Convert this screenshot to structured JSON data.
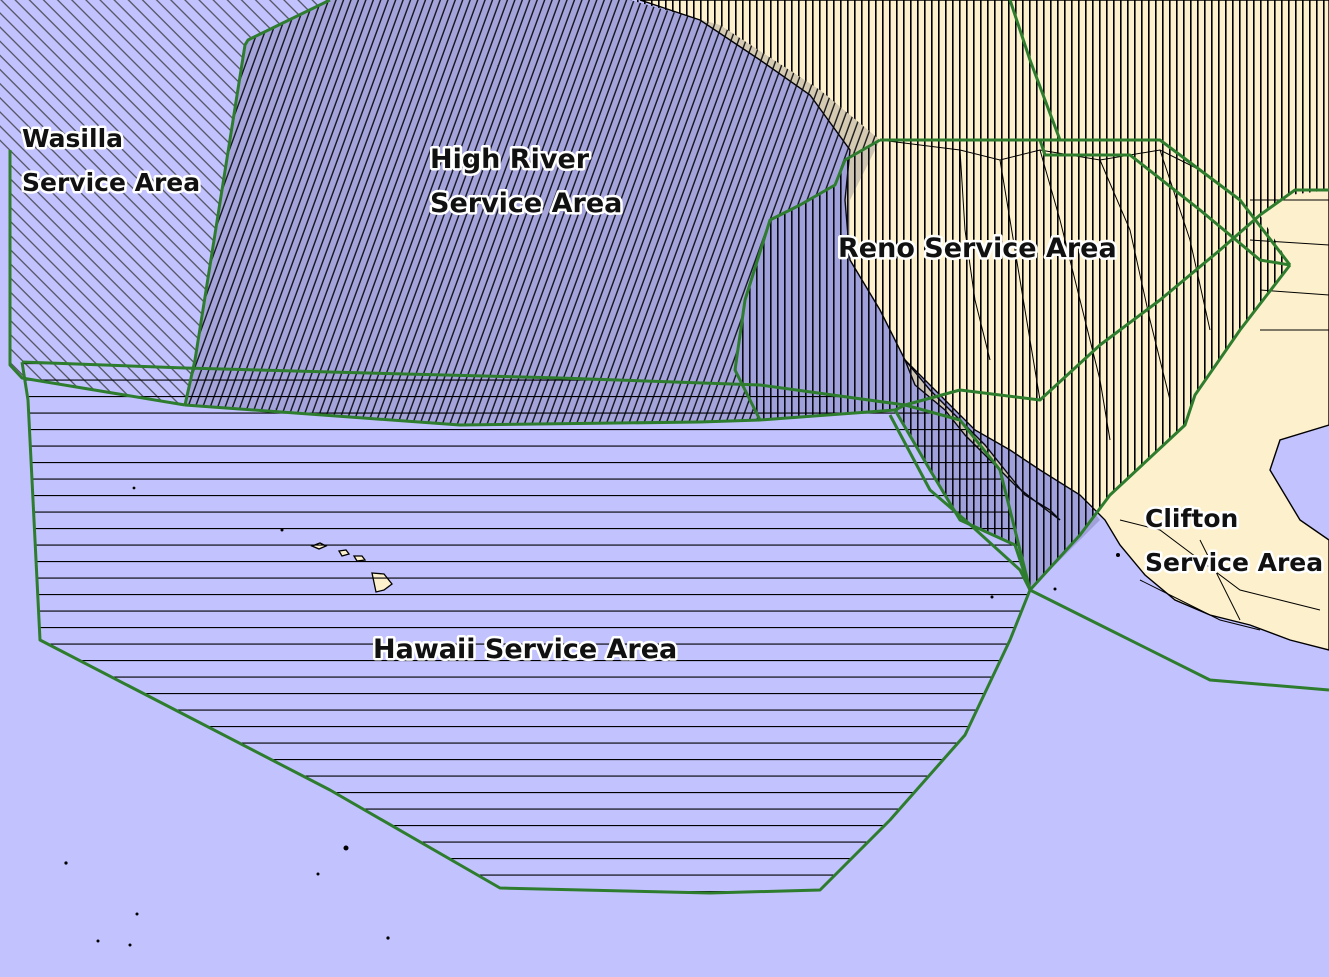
{
  "colors": {
    "ocean": "#c2c2ff",
    "land": "#fdf0cc",
    "boundary": "#2e7d2e",
    "hatch": "#000000",
    "label_halo": "#ffffff"
  },
  "service_areas": [
    {
      "id": "wasilla",
      "label_lines": [
        "Wasilla",
        "Service Area"
      ],
      "hatch": "diagonal-sparse"
    },
    {
      "id": "high-river",
      "label_lines": [
        "High River",
        "Service Area"
      ],
      "hatch": "diagonal-dense"
    },
    {
      "id": "reno",
      "label_lines": [
        "Reno Service Area"
      ],
      "hatch": "vertical"
    },
    {
      "id": "hawaii",
      "label_lines": [
        "Hawaii Service Area"
      ],
      "hatch": "horizontal"
    },
    {
      "id": "clifton",
      "label_lines": [
        "Clifton",
        "Service Area"
      ],
      "hatch": "none"
    }
  ]
}
